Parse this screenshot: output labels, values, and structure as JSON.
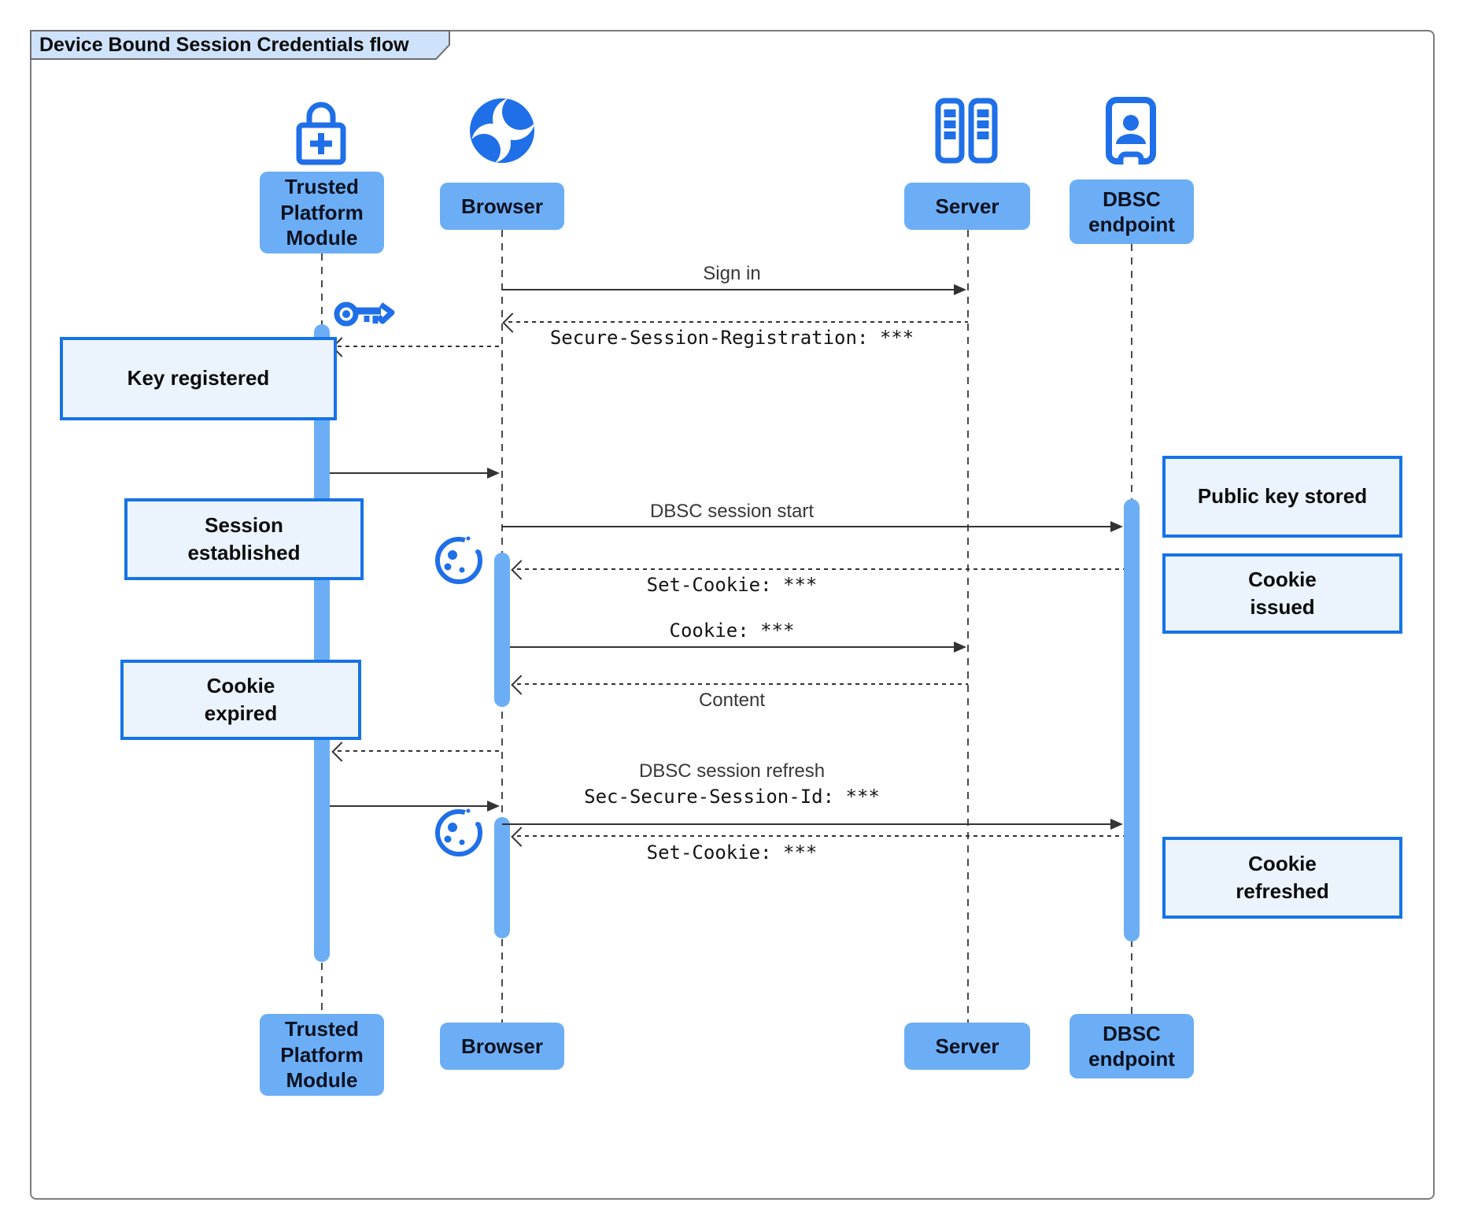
{
  "title": "Device Bound Session Credentials flow",
  "colors": {
    "icon_blue": "#1f6fe8",
    "actor_fill_blue": "#6caef6",
    "note_fill": "#ebf3fd",
    "note_border": "#1673e6",
    "title_tab_fill": "#cfe2fb",
    "frame_border": "#7c7c7c",
    "arrow_color": "#333333"
  },
  "actors": {
    "tpm": {
      "label": "Trusted\nPlatform\nModule",
      "icon": "lock-plus-icon"
    },
    "browser": {
      "label": "Browser",
      "icon": "globe-icon"
    },
    "server": {
      "label": "Server",
      "icon": "server-rack-icon"
    },
    "dbsc": {
      "label": "DBSC\nendpoint",
      "icon": "badge-person-icon"
    }
  },
  "notes": {
    "key_registered": "Key registered",
    "session_established": "Session\nestablished",
    "cookie_expired": "Cookie\nexpired",
    "public_key_stored": "Public key stored",
    "cookie_issued": "Cookie\nissued",
    "cookie_refreshed": "Cookie\nrefreshed"
  },
  "messages": {
    "sign_in": "Sign in",
    "secure_session_registration": "Secure-Session-Registration: ***",
    "dbsc_session_start": "DBSC session start",
    "set_cookie_issue": "Set-Cookie: ***",
    "cookie": "Cookie: ***",
    "content": "Content",
    "dbsc_session_refresh": "DBSC session refresh",
    "sec_secure_session_id": "Sec-Secure-Session-Id: ***",
    "set_cookie_refresh": "Set-Cookie: ***"
  }
}
